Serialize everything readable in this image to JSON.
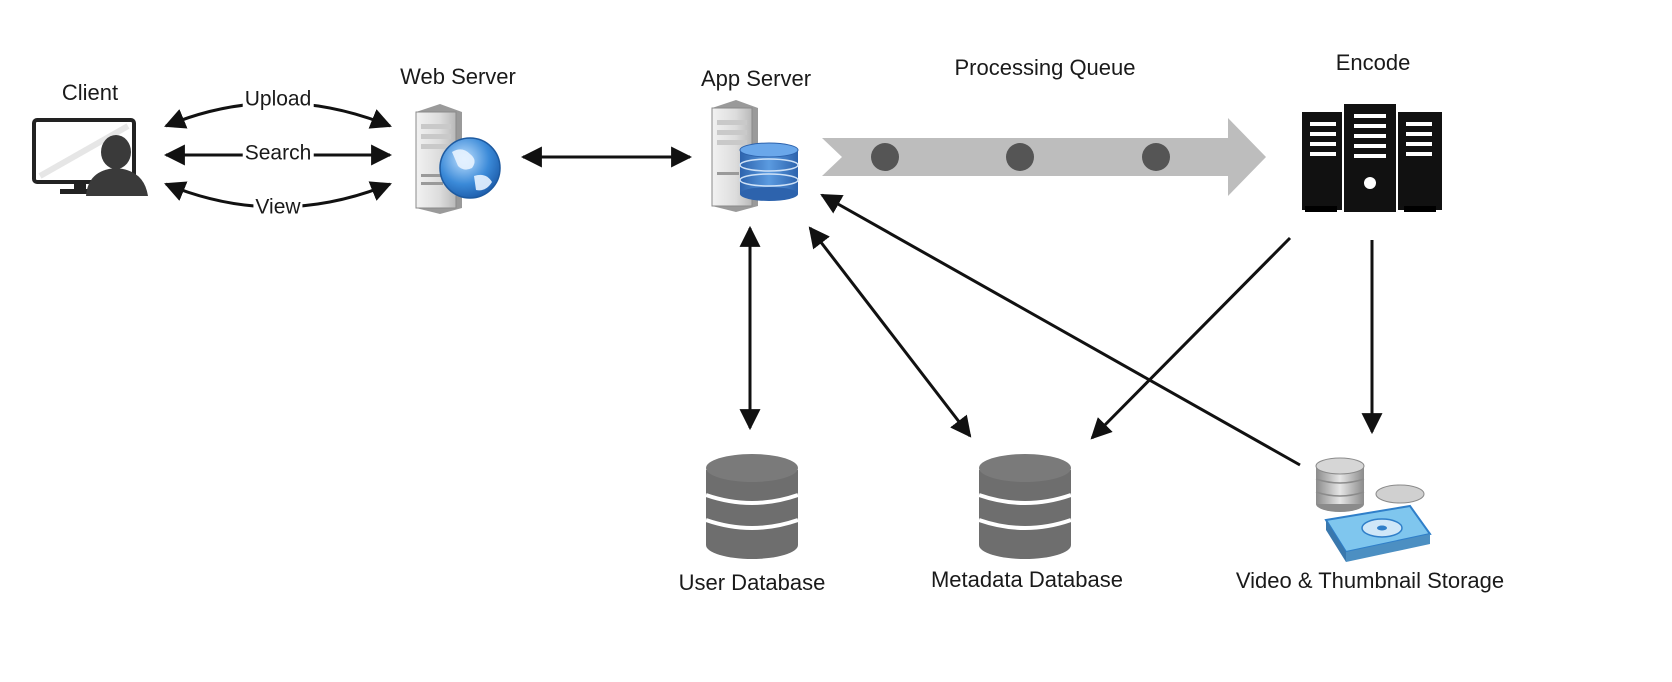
{
  "nodes": {
    "client": "Client",
    "web_server": "Web Server",
    "app_server": "App Server",
    "processing_queue": "Processing Queue",
    "encode": "Encode",
    "user_database": "User Database",
    "metadata_database": "Metadata Database",
    "video_storage": "Video & Thumbnail Storage"
  },
  "edges": {
    "upload": "Upload",
    "search": "Search",
    "view": "View"
  },
  "icons": [
    "monitor-icon",
    "user-icon",
    "web-server-icon",
    "globe-icon",
    "app-server-icon",
    "database-icon",
    "encode-server-rack-icon",
    "storage-icon",
    "hard-drive-icon"
  ],
  "colors": {
    "arrow": "#111111",
    "queue": "#bdbdbd",
    "queue_dot": "#555555",
    "database": "#6e6e6e",
    "rack": "#111111",
    "app_db": "#3b78c4",
    "globe": "#2f7fc9"
  }
}
